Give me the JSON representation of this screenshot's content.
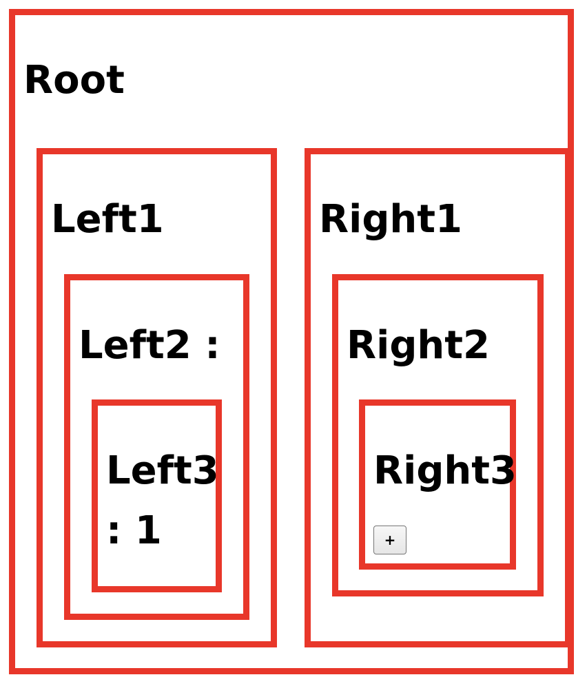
{
  "root": {
    "label": "Root"
  },
  "left": {
    "level1": {
      "label": "Left1"
    },
    "level2": {
      "label": "Left2 :"
    },
    "level3": {
      "label": "Left3 : 1"
    }
  },
  "right": {
    "level1": {
      "label": "Right1"
    },
    "level2": {
      "label": "Right2"
    },
    "level3": {
      "label": "Right3",
      "button_label": "+"
    }
  },
  "colors": {
    "border": "#e8372a",
    "text": "#000000",
    "background": "#ffffff"
  }
}
